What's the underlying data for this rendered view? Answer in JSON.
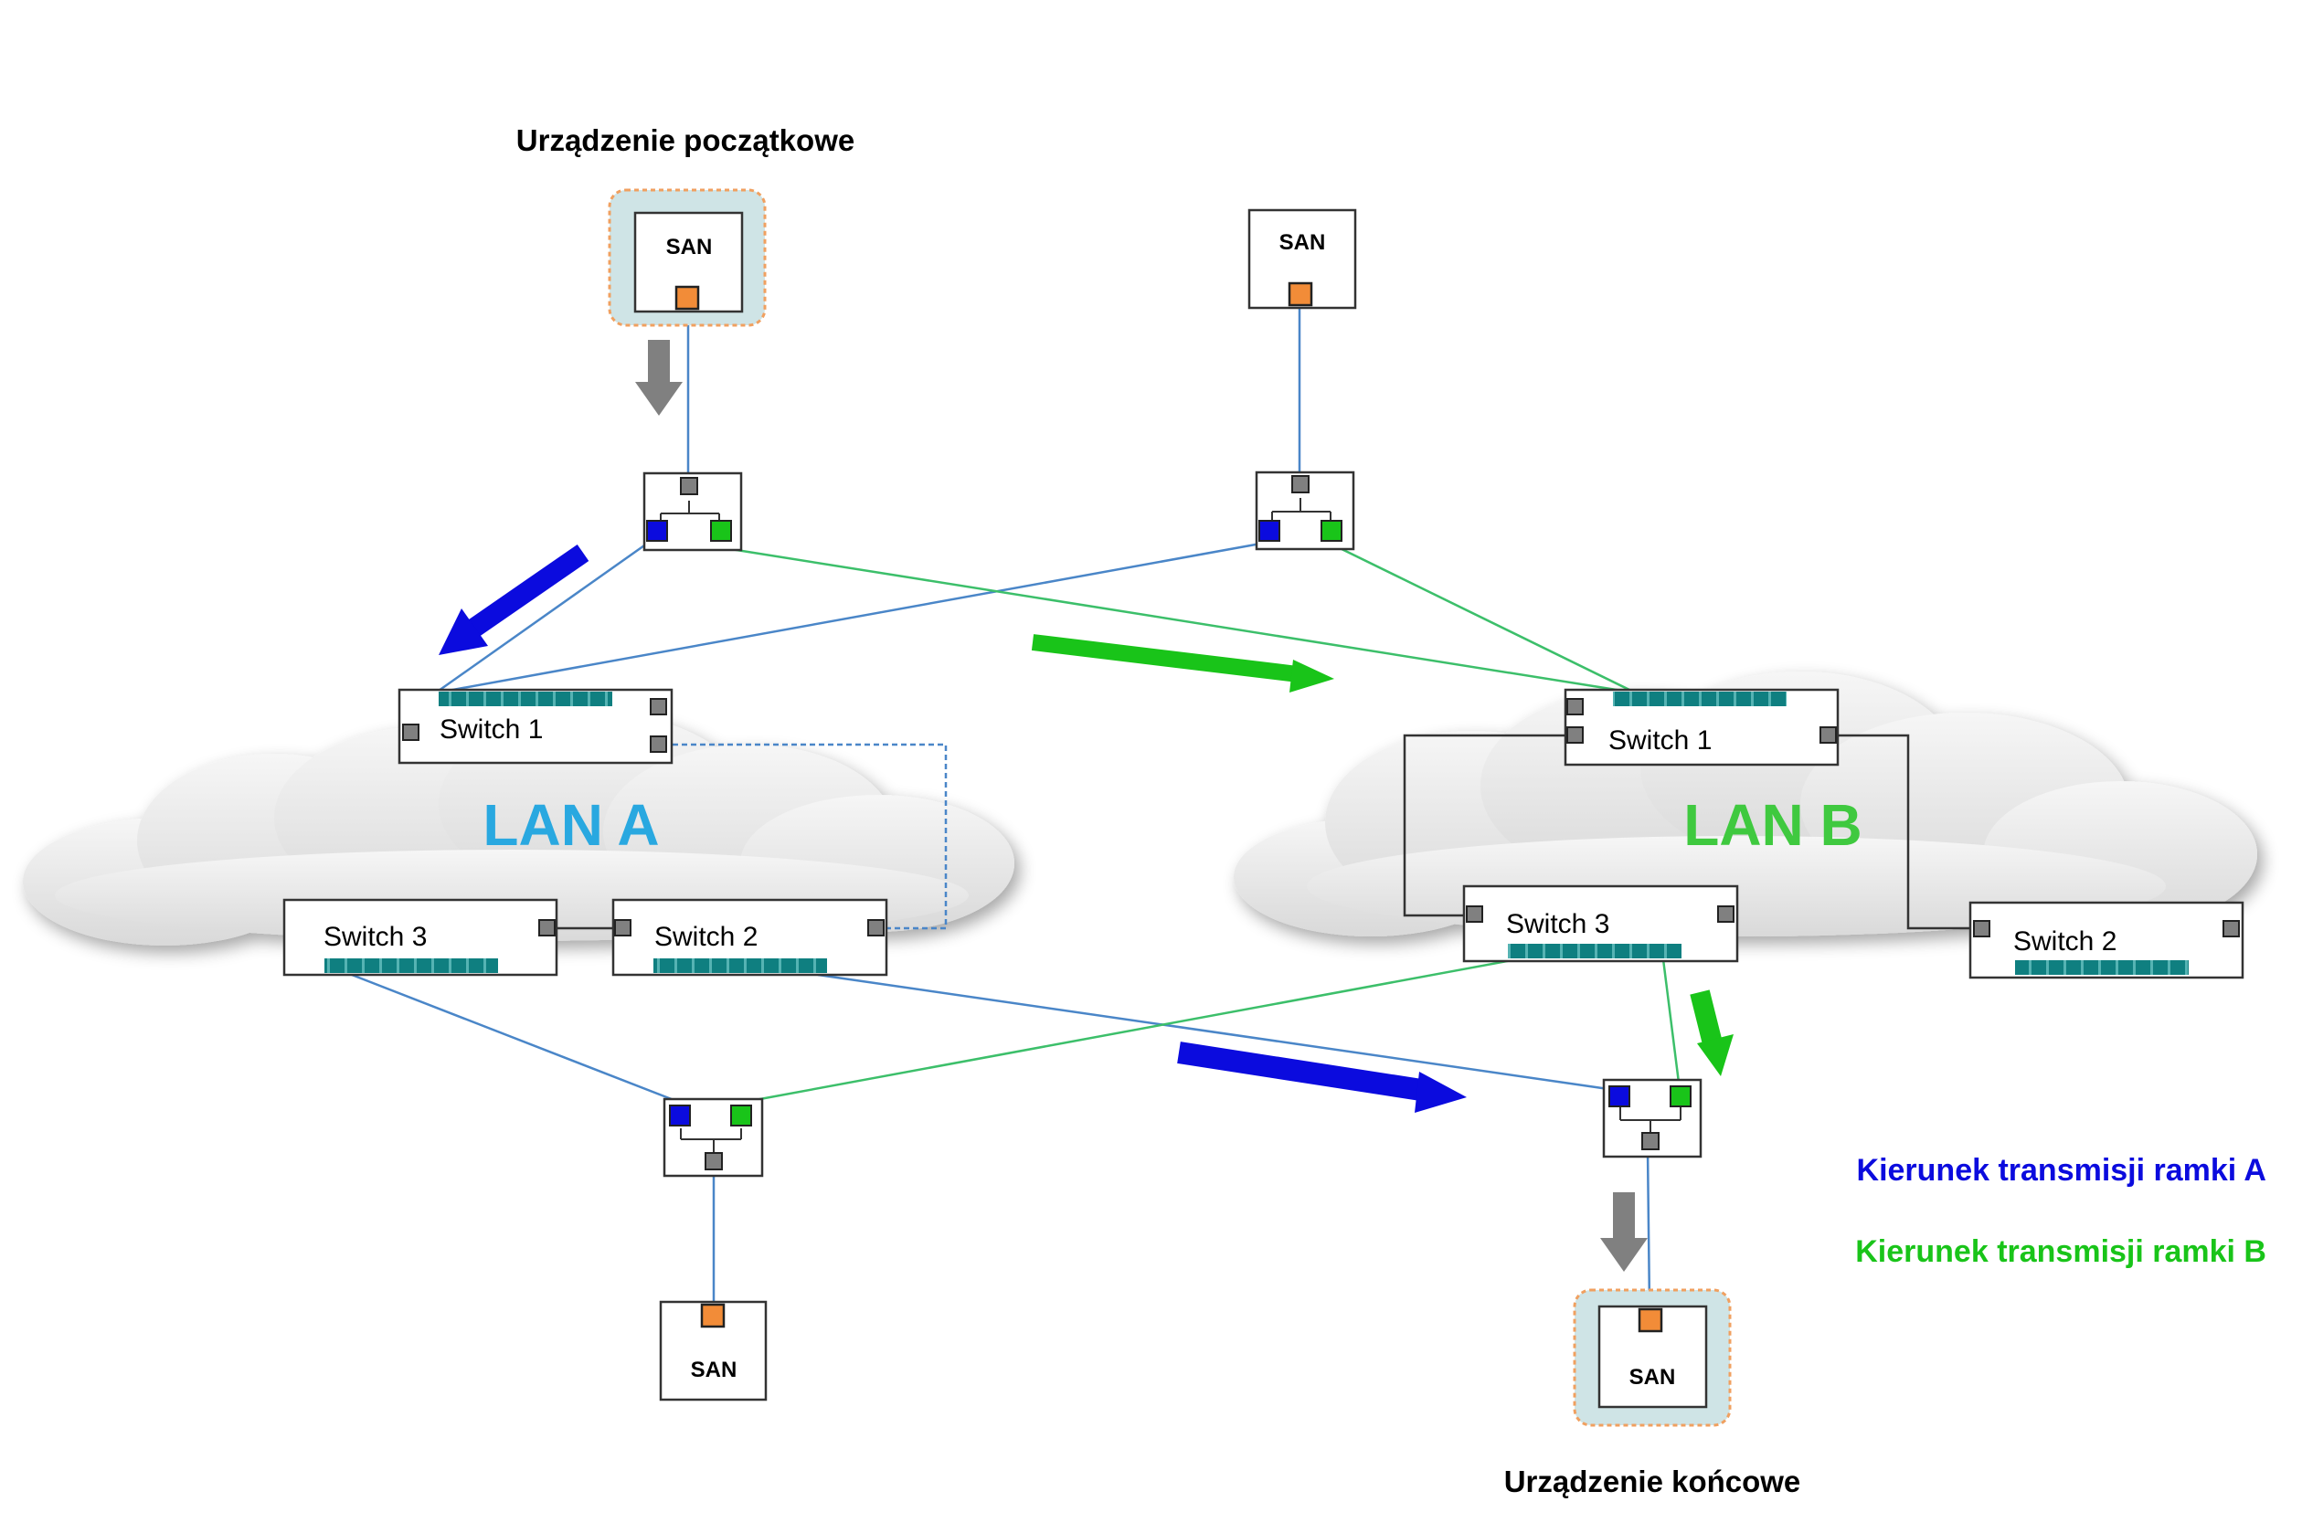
{
  "labels": {
    "source_device": "Urządzenie początkowe",
    "destination_device": "Urządzenie końcowe",
    "legend_a": "Kierunek transmisji ramki A",
    "legend_b": "Kierunek transmisji ramki B"
  },
  "lans": {
    "a": {
      "name": "LAN A",
      "color": "#29a8e0"
    },
    "b": {
      "name": "LAN B",
      "color": "#3fc93f"
    }
  },
  "switches": {
    "a1": "Switch 1",
    "a2": "Switch 2",
    "a3": "Switch 3",
    "b1": "Switch 1",
    "b2": "Switch 2",
    "b3": "Switch 3"
  },
  "san": {
    "top_left": "SAN",
    "top_right": "SAN",
    "bottom_left": "SAN",
    "bottom_right": "SAN"
  },
  "colors": {
    "frame_a": "#0b0bde",
    "frame_b": "#19c419",
    "link_a": "#4a86c8",
    "link_b": "#3cbf6a",
    "port_san": "#f28c38",
    "port_gray": "#808080",
    "port_teal": "#0f7f80",
    "highlight": "#cfe4e6"
  }
}
